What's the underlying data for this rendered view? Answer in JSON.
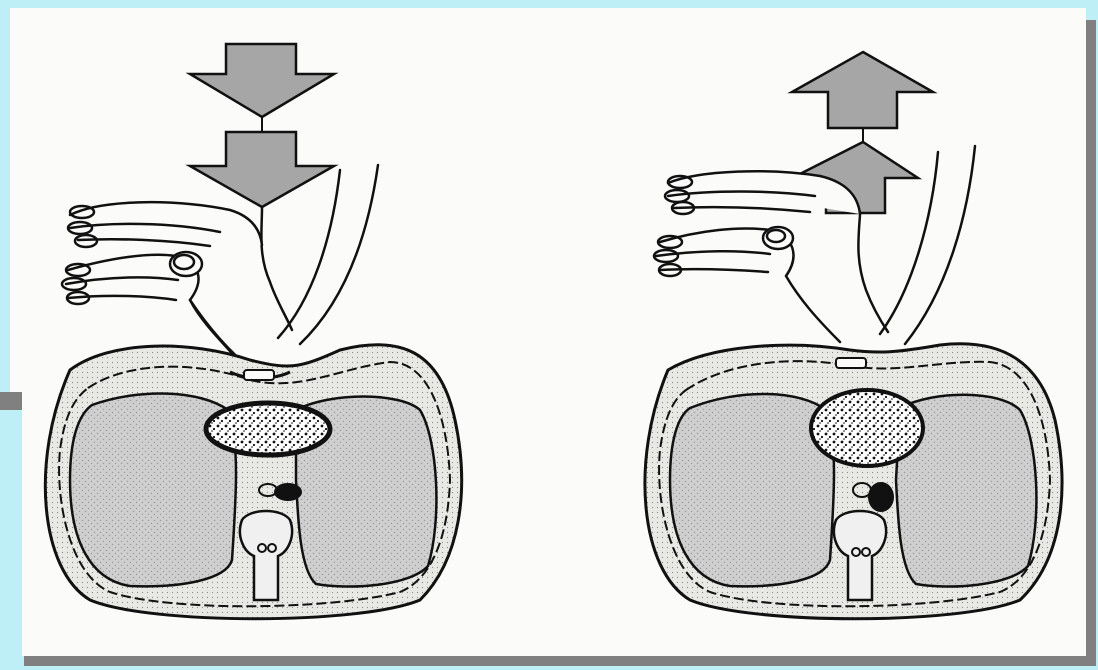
{
  "slide": {
    "title_fragment": "",
    "colors": {
      "background": "#bfeff6",
      "panel": "#fbfbf9",
      "shadow": "#808080",
      "arrow_fill": "#a6a6a6",
      "lung_fill": "#c9c9c9",
      "ink": "#111111"
    }
  },
  "figure": {
    "panels": [
      {
        "id": "compression",
        "arrow_direction": "down",
        "arrow_count": 2
      },
      {
        "id": "decompression",
        "arrow_direction": "up",
        "arrow_count": 2
      }
    ]
  }
}
